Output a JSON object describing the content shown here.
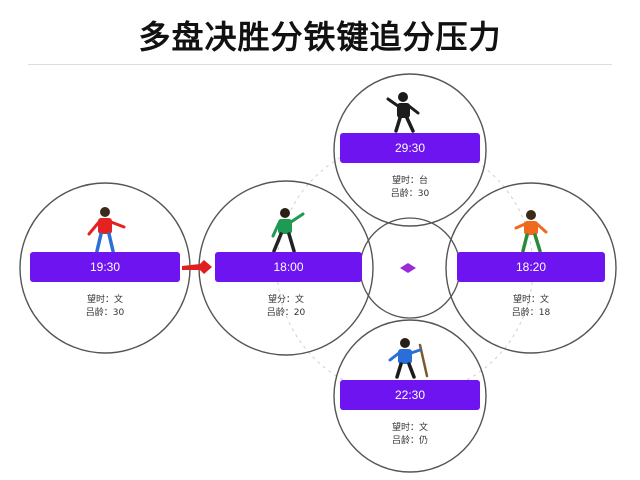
{
  "title": "多盘决胜分铁键追分压力",
  "colors": {
    "bar": "#6d14f0",
    "arrow": "#e02020",
    "connector": "#9b2bd6",
    "circle": "#555555"
  },
  "nodes": [
    {
      "id": "left",
      "time": "19:30",
      "line1": "望时：文",
      "line2": "吕龄：30",
      "player_color": "red"
    },
    {
      "id": "center",
      "time": "18:00",
      "line1": "望分：文",
      "line2": "吕龄：20",
      "player_color": "green"
    },
    {
      "id": "top",
      "time": "29:30",
      "line1": "望时：台",
      "line2": "吕龄：30",
      "player_color": "black"
    },
    {
      "id": "right",
      "time": "18:20",
      "line1": "望时：文",
      "line2": "吕龄：18",
      "player_color": "orange"
    },
    {
      "id": "bottom",
      "time": "22:30",
      "line1": "望时：文",
      "line2": "吕龄：仍",
      "player_color": "blue"
    }
  ]
}
